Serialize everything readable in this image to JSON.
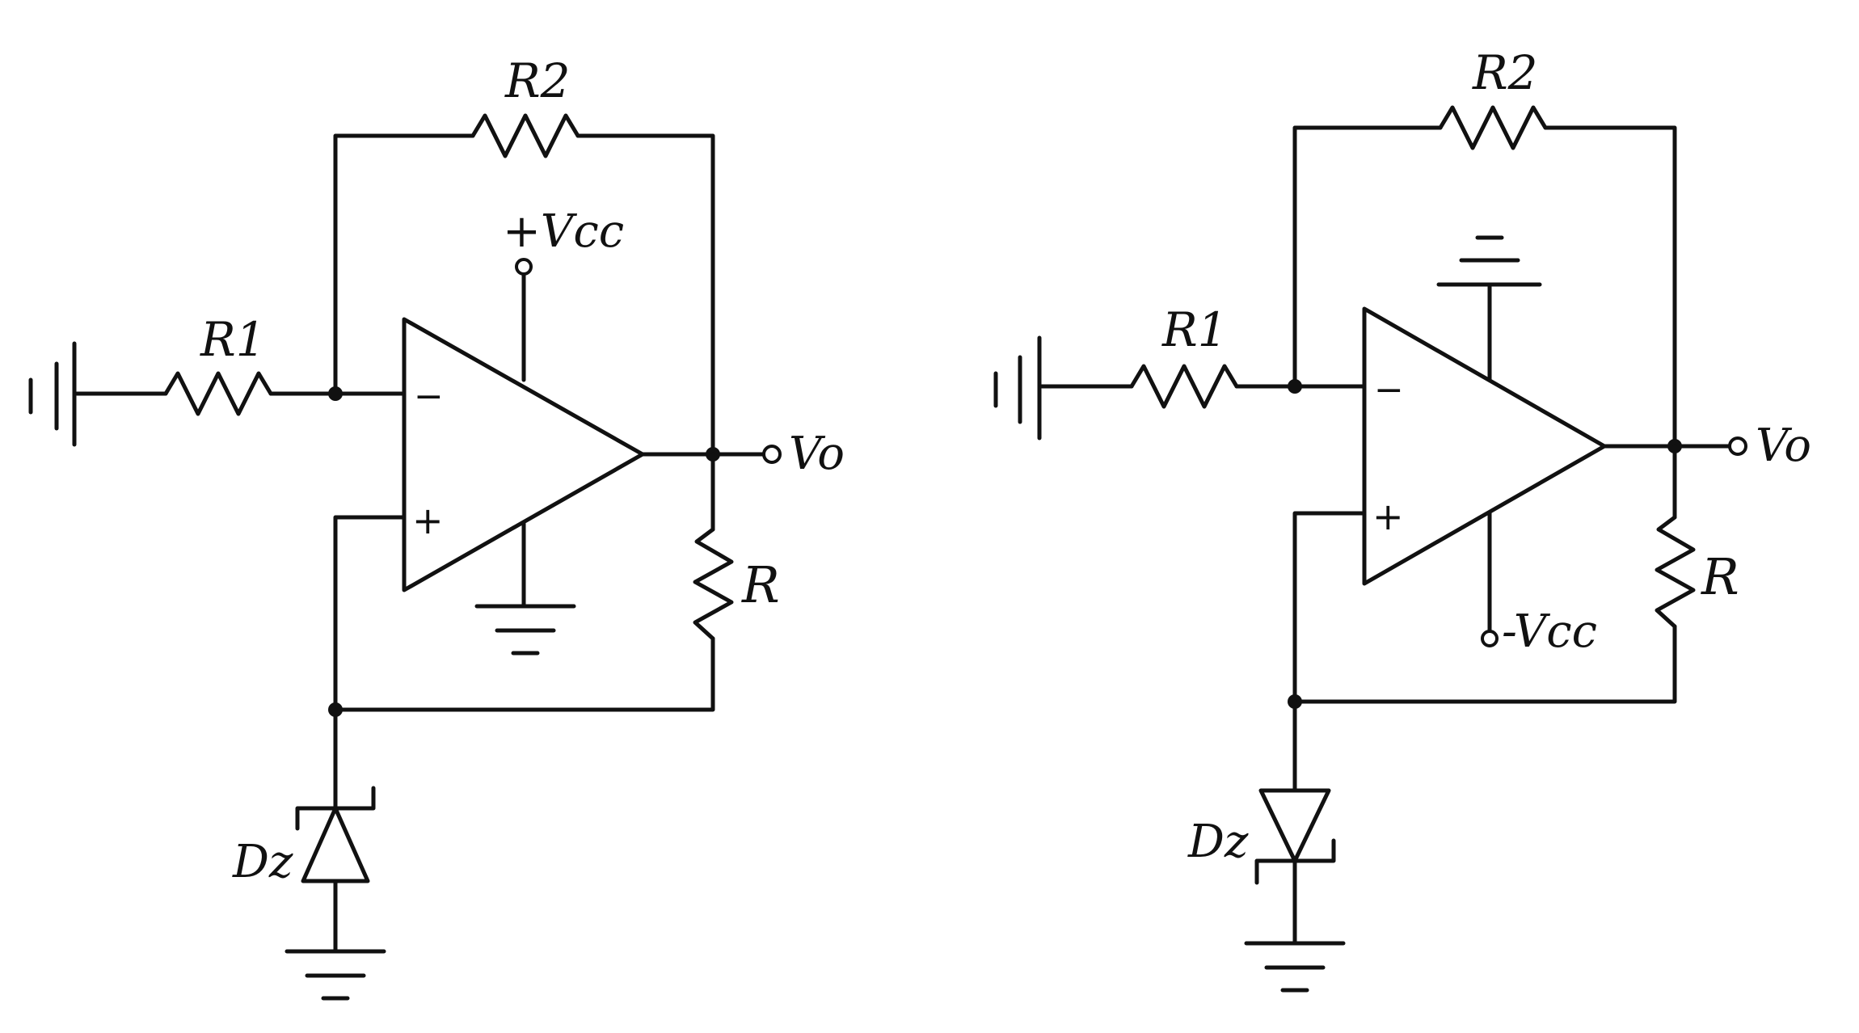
{
  "circuits": [
    {
      "id": "left",
      "labels": {
        "r1": "R1",
        "r2": "R2",
        "r": "R",
        "vcc": "+Vcc",
        "vo": "Vo",
        "dz": "Dz",
        "minus": "−",
        "plus": "+"
      },
      "supply": "positive",
      "zener_orientation": "cathode-up"
    },
    {
      "id": "right",
      "labels": {
        "r1": "R1",
        "r2": "R2",
        "r": "R",
        "vcc": "-Vcc",
        "vo": "Vo",
        "dz": "Dz",
        "minus": "−",
        "plus": "+"
      },
      "supply": "negative",
      "zener_orientation": "cathode-down"
    }
  ]
}
